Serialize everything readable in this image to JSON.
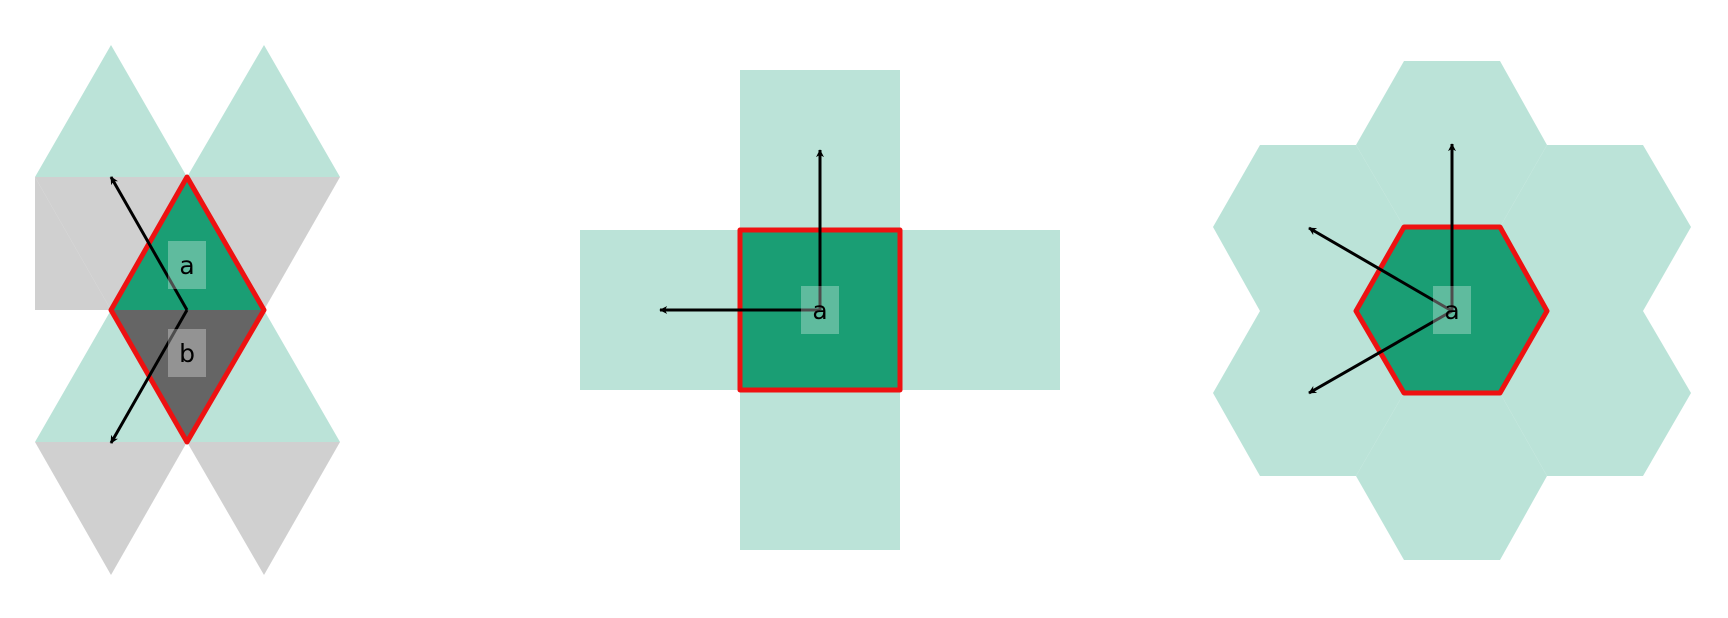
{
  "colors": {
    "background": "#ffffff",
    "neighbor_light": "#bbe3d8",
    "neighbor_gray": "#d0d0d0",
    "cell_green": "#1a9e74",
    "cell_dark": "#656565",
    "outline": "#ee1111",
    "arrow": "#000000",
    "label_box": "#ffffff"
  },
  "panels": [
    {
      "tiling": "triangular",
      "cell_labels": [
        "a",
        "b"
      ]
    },
    {
      "tiling": "square",
      "cell_labels": [
        "a"
      ]
    },
    {
      "tiling": "hexagonal",
      "cell_labels": [
        "a"
      ]
    }
  ]
}
